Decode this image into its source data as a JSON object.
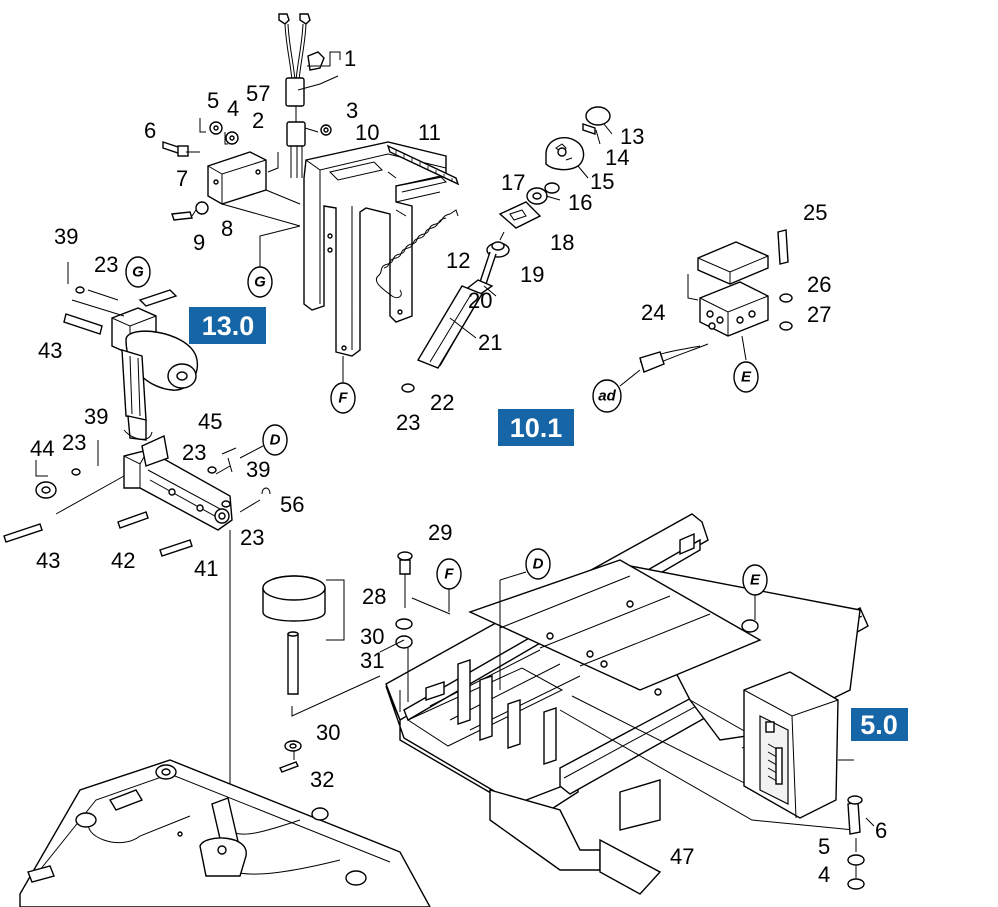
{
  "diagram": {
    "part_numbers": [
      "1",
      "57",
      "5",
      "4",
      "3",
      "2",
      "6",
      "10",
      "11",
      "7",
      "8",
      "9",
      "13",
      "14",
      "15",
      "17",
      "16",
      "18",
      "19",
      "12",
      "20",
      "21",
      "22",
      "23",
      "25",
      "26",
      "24",
      "27",
      "39",
      "23",
      "43",
      "45",
      "39",
      "23",
      "56",
      "44",
      "23",
      "39",
      "23",
      "43",
      "42",
      "41",
      "29",
      "28",
      "30",
      "31",
      "30",
      "32",
      "47",
      "6",
      "5",
      "4"
    ],
    "reference_markers": [
      "G",
      "G",
      "F",
      "D",
      "F",
      "D",
      "E",
      "E",
      "ad"
    ],
    "section_tags": [
      "13.0",
      "10.1",
      "5.0"
    ]
  }
}
